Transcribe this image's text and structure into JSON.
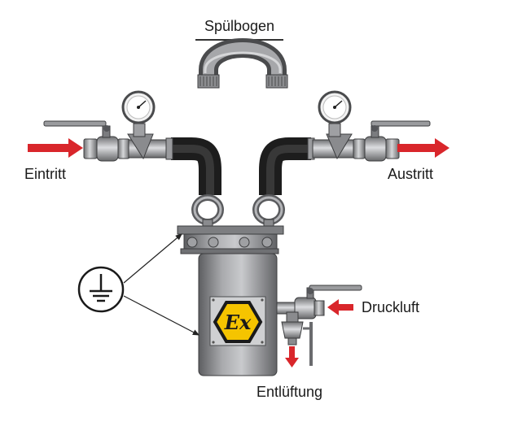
{
  "labels": {
    "flush_bend": "Spülbogen",
    "inlet": "Eintritt",
    "outlet": "Austritt",
    "compressed_air": "Druckluft",
    "vent": "Entlüftung"
  },
  "symbols": {
    "ex_mark": "Ex",
    "ground": "ground-symbol"
  },
  "colors": {
    "arrow_red": "#d9262b",
    "ex_yellow": "#f5c400",
    "hose_black": "#2b2b2b",
    "steel": "#a7a9ac"
  }
}
